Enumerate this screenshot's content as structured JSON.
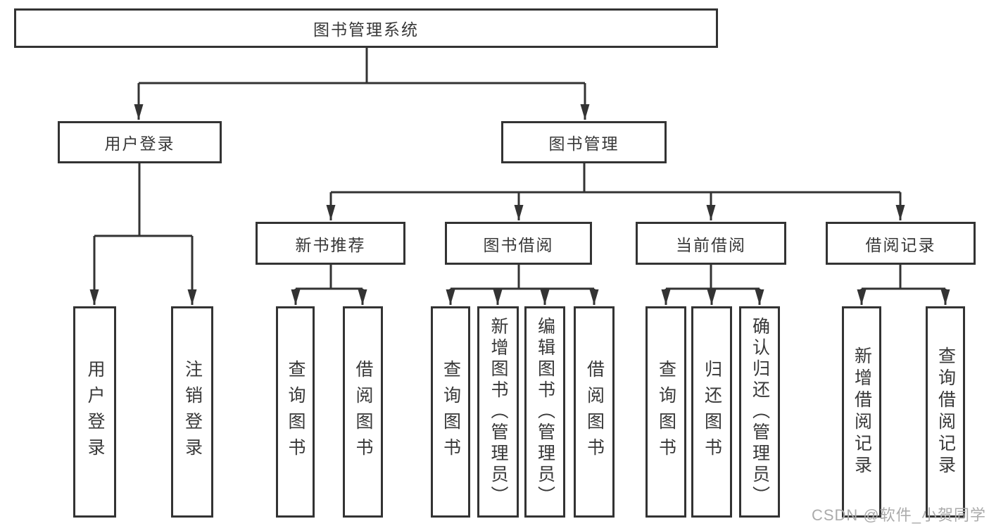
{
  "colors": {
    "line": "#333333",
    "box_border": "#333333",
    "text": "#383838",
    "watermark": "#ababab",
    "background": "#ffffff"
  },
  "watermark": "CSDN @软件_小贺同学",
  "diagram": {
    "root_label": "图书管理系统",
    "level2": [
      {
        "id": "user-login",
        "label": "用户登录"
      },
      {
        "id": "book-management",
        "label": "图书管理"
      }
    ],
    "level3": [
      {
        "id": "new-book-recommend",
        "label": "新书推荐"
      },
      {
        "id": "book-borrowing",
        "label": "图书借阅"
      },
      {
        "id": "current-borrowing",
        "label": "当前借阅"
      },
      {
        "id": "borrowing-records",
        "label": "借阅记录"
      }
    ],
    "leaves": [
      {
        "id": "user-login-leaf",
        "parent": "user-login",
        "label": "用户登录"
      },
      {
        "id": "logout",
        "parent": "user-login",
        "label": "注销登录"
      },
      {
        "id": "recommend-query-books",
        "parent": "new-book-recommend",
        "label": "查询图书"
      },
      {
        "id": "recommend-borrow-books",
        "parent": "new-book-recommend",
        "label": "借阅图书"
      },
      {
        "id": "borrowing-query-books",
        "parent": "book-borrowing",
        "label": "查询图书"
      },
      {
        "id": "borrowing-add-books",
        "parent": "book-borrowing",
        "label": "新增图书（管理员）"
      },
      {
        "id": "borrowing-edit-books",
        "parent": "book-borrowing",
        "label": "编辑图书（管理员）"
      },
      {
        "id": "borrowing-borrow-books",
        "parent": "book-borrowing",
        "label": "借阅图书"
      },
      {
        "id": "current-query-books",
        "parent": "current-borrowing",
        "label": "查询图书"
      },
      {
        "id": "current-return-books",
        "parent": "current-borrowing",
        "label": "归还图书"
      },
      {
        "id": "current-confirm-return",
        "parent": "current-borrowing",
        "label": "确认归还（管理员）"
      },
      {
        "id": "records-add-record",
        "parent": "borrowing-records",
        "label": "新增借阅记录"
      },
      {
        "id": "records-query-record",
        "parent": "borrowing-records",
        "label": "查询借阅记录"
      }
    ]
  }
}
